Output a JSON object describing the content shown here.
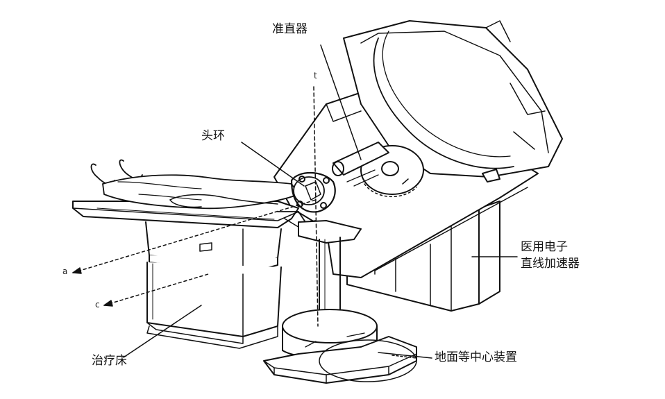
{
  "labels": {
    "collimator": "准直器",
    "head_ring": "头环",
    "linac_line1": "医用电子",
    "linac_line2": "直线加速器",
    "treatment_couch": "治疗床",
    "floor_isocenter": "地面等中心装置"
  },
  "axes": {
    "t": "t",
    "a": "a",
    "c": "c"
  }
}
